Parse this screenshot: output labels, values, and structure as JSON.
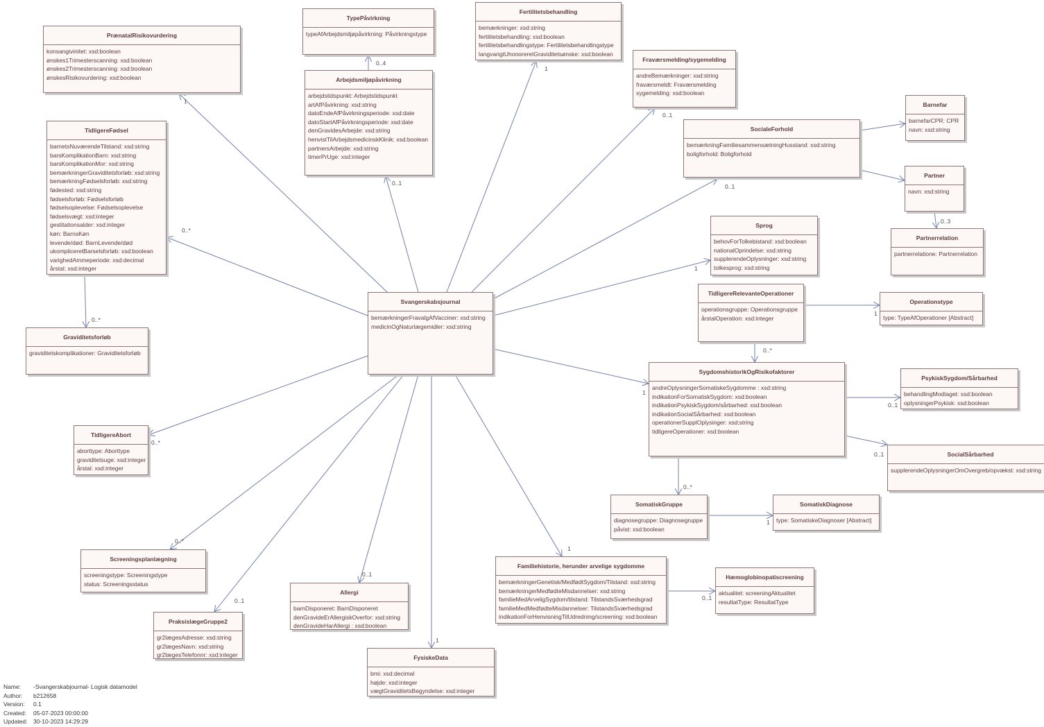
{
  "classes": [
    {
      "id": "praenatal",
      "name": "PrænatalRisikovurdering",
      "attrs": [
        "konsangivinitet: xsd:boolean",
        "ønskes1Trimesterscanning: xsd:boolean",
        "ønskes2Trimesterscanning: xsd:boolean",
        "ønskesRisikovurdering: xsd:boolean"
      ]
    },
    {
      "id": "type",
      "name": "TypePåvirkning",
      "attrs": [
        "typeAfArbejdsmiljøpåvirkning: Påvirkningstype"
      ]
    },
    {
      "id": "arbejds",
      "name": "Arbejdsmiljøpåvirkning",
      "attrs": [
        "arbejdstidspunkt: Arbejdstidspunkt",
        "artAfPåvirkning: xsd:string",
        "datoEndeAfPåvirkningsperiode: xsd:date",
        "datoStartAfPåvirkningsperiode: xsd:date",
        "denGravidesArbejde: xsd:string",
        "henvistTilArbejdsmedicinskKlinik: xsd:boolean",
        "partnersArbejde: xsd:string",
        "timerPrUge: xsd:integer"
      ]
    },
    {
      "id": "fertilitet",
      "name": "Fertilitetsbehandling",
      "attrs": [
        "bemærkninger: xsd:string",
        "fertilitetsbehandling: xsd:boolean",
        "fertilitetsbehandlingstype: Fertilitetsbehandlingstype",
        "langvarigtUhonoreretGraviditetsønske: xsd:boolean"
      ]
    },
    {
      "id": "fravaer",
      "name": "Fraværsmelding/sygemelding",
      "attrs": [
        "andreBemærkninger: xsd:string",
        "fraværsmeldt: Fraværsmelding",
        "sygemelding: xsd:boolean"
      ]
    },
    {
      "id": "tidfoedsel",
      "name": "TidligereFødsel",
      "attrs": [
        "barnetsNuværendeTilstand: xsd:string",
        "barsKomplikationBarn: xsd:string",
        "barsKomplikationMor: xsd:string",
        "bemærkningerGraviditetsforløb: xsd:string",
        "bemærkningFødselsforløb: xsd:string",
        "fødested: xsd:string",
        "fødselsforløb: Fødselsforløb",
        "fødselsoplevelse: Fødselsoplevelse",
        "fødselsvægt: xsd:integer",
        "gestitationsalder: xsd:integer",
        "køn: BarnsKøn",
        "levende/død: BarnLevende/død",
        "ukompliceretBarselsforløb: xsd:boolean",
        "varighedAmmeperiode: xsd:decimal",
        "årstal: xsd:integer"
      ]
    },
    {
      "id": "socialeforhold",
      "name": "SocialeForhold",
      "attrs": [
        "bemærkningFamiliesammensætningHusstand: xsd:string",
        "boligforhold: Boligforhold"
      ]
    },
    {
      "id": "barnefar",
      "name": "Barnefar",
      "attrs": [
        "barnefarCPR: CPR",
        "navn: xsd:string"
      ]
    },
    {
      "id": "partner",
      "name": "Partner",
      "attrs": [
        "navn: xsd:string"
      ]
    },
    {
      "id": "partnerrelation",
      "name": "Partnerrelation",
      "attrs": [
        "partnerrelatione: Partnerrelation"
      ]
    },
    {
      "id": "sprog",
      "name": "Sprog",
      "attrs": [
        "behovForTolkebistand: xsd:boolean",
        "nationalOprindelse: xsd:string",
        "supplerendeOplysninger: xsd:string",
        "tolkesprog: xsd:string"
      ]
    },
    {
      "id": "svj",
      "name": "Svangerskabsjournal",
      "attrs": [
        "bemærkningerFravalgAfVacciner: xsd:string",
        "medicinOgNaturlægemidler: xsd:string"
      ]
    },
    {
      "id": "tidrelop",
      "name": "TidligereRelevanteOperationer",
      "attrs": [
        "operationsgruppe: Operationsgruppe",
        "årstalOperation: xsd:integer"
      ]
    },
    {
      "id": "optype",
      "name": "Operationstype",
      "attrs": [
        "type: TypeAfOperationer [Abstract]"
      ]
    },
    {
      "id": "gravforloeb",
      "name": "Graviditetsforløb",
      "attrs": [
        "graviditetskomplikationer: Graviditetsforløb"
      ]
    },
    {
      "id": "sygdom",
      "name": "SygdomshistorikOgRisikofaktorer",
      "attrs": [
        "andreOplysningerSomatiskeSygdomme : xsd:string",
        "indikationForSomatiskSygdom: xsd:boolean",
        "indikationPsykiskSygdom/sårbarhed: xsd:boolean",
        "indikationSocialSårbarhed: xsd:boolean",
        "operationerSupplOplysinger: xsd:string",
        "tidligereOperationer: xsd:boolean"
      ]
    },
    {
      "id": "psykisk",
      "name": "PsykiskSygdom/Sårbarhed",
      "attrs": [
        "behandlingModtaget: xsd:boolean",
        "oplysningerPsykisk: xsd:boolean"
      ]
    },
    {
      "id": "socialsaar",
      "name": "SocialSårbarhed",
      "attrs": [
        "supplerendeOplysningerOmOvergreb/opvækst: xsd:string"
      ]
    },
    {
      "id": "tidabort",
      "name": "TidligereAbort",
      "attrs": [
        "aborttype: Aborttype",
        "graviditetsuge: xsd:integer",
        "årstal: xsd:integer"
      ]
    },
    {
      "id": "somgruppe",
      "name": "SomatiskGruppe",
      "attrs": [
        "diagnosegruppe: Diagnosegruppe",
        "påvist: xsd:boolean"
      ]
    },
    {
      "id": "somdiag",
      "name": "SomatiskDiagnose",
      "attrs": [
        "type: SomatiskeDiagnoser [Abstract]"
      ]
    },
    {
      "id": "screening",
      "name": "Screeningsplanlægning",
      "attrs": [
        "screeningstype: Screeningstype",
        "status: Screeningsstatus"
      ]
    },
    {
      "id": "familie",
      "name": "Familiehistorie, herunder arvelige sygdomme",
      "attrs": [
        "bemærkningerGenetisk/MedfødtSygdom/Tilstand: xsd:string",
        "bemærkningerMedfødteMisdannelser: xsd:string",
        "familieMedArveligSygdom/tilstand: TilstandsSværhedsgrad",
        "familieMedMedfødteMisdannelser: TilstandsSværhedsgrad",
        "indikationForHenvisningTilUdredning/screening: xsd:boolean"
      ]
    },
    {
      "id": "haemo",
      "name": "Hæmoglobinopatiscreening",
      "attrs": [
        "aktualitet: screeningAktualitet",
        "resultatType: ResultatType"
      ]
    },
    {
      "id": "praksis",
      "name": "PraksislægeGruppe2",
      "attrs": [
        "gr2lægesAdresse: xsd:string",
        "gr2lægesNavn: xsd:string",
        "gr2lægesTelefonnr: xsd:integer"
      ]
    },
    {
      "id": "allergi",
      "name": "Allergi",
      "attrs": [
        "barnDisponeret: BarnDisponeret",
        "denGravideErAllergiskOverfor: xsd:string",
        "denGravideHarAllergi : xsd:boolean"
      ]
    },
    {
      "id": "fysisk",
      "name": "FysiskeData",
      "attrs": [
        "bmi: xsd:decimal",
        "højde: xsd:integer",
        "vægtGraviditetsBegyndelse: xsd:integer"
      ]
    }
  ],
  "associations": [
    {
      "from": "svj",
      "to": "praenatal",
      "mult": "1"
    },
    {
      "from": "svj",
      "to": "tidfoedsel",
      "mult": "0..*"
    },
    {
      "from": "svj",
      "to": "arbejds",
      "mult": "0..1"
    },
    {
      "from": "arbejds",
      "to": "type",
      "mult": "0..4"
    },
    {
      "from": "svj",
      "to": "fertilitet",
      "mult": "1"
    },
    {
      "from": "svj",
      "to": "fravaer",
      "mult": "0..1"
    },
    {
      "from": "svj",
      "to": "socialeforhold",
      "mult": "0..1"
    },
    {
      "from": "svj",
      "to": "sprog",
      "mult": "1"
    },
    {
      "from": "socialeforhold",
      "to": "barnefar",
      "mult": ""
    },
    {
      "from": "socialeforhold",
      "to": "partner",
      "mult": ""
    },
    {
      "from": "partner",
      "to": "partnerrelation",
      "mult": "0..3"
    },
    {
      "from": "tidrelop",
      "to": "optype",
      "mult": "1"
    },
    {
      "from": "tidrelop",
      "to": "sygdom",
      "mult": "0..*"
    },
    {
      "from": "svj",
      "to": "sygdom",
      "mult": "1"
    },
    {
      "from": "sygdom",
      "to": "psykisk",
      "mult": "0..1"
    },
    {
      "from": "sygdom",
      "to": "socialsaar",
      "mult": "0..1"
    },
    {
      "from": "sygdom",
      "to": "somgruppe",
      "mult": "0..*"
    },
    {
      "from": "somgruppe",
      "to": "somdiag",
      "mult": "1"
    },
    {
      "from": "tidfoedsel",
      "to": "gravforloeb",
      "mult": "0..*"
    },
    {
      "from": "svj",
      "to": "tidabort",
      "mult": "0..*"
    },
    {
      "from": "svj",
      "to": "screening",
      "mult": "0..*"
    },
    {
      "from": "svj",
      "to": "praksis",
      "mult": "0..1"
    },
    {
      "from": "svj",
      "to": "allergi",
      "mult": "0..1"
    },
    {
      "from": "svj",
      "to": "fysisk",
      "mult": "1"
    },
    {
      "from": "svj",
      "to": "familie",
      "mult": "1"
    },
    {
      "from": "familie",
      "to": "haemo",
      "mult": "0..1"
    }
  ],
  "meta": {
    "name_label": "Name:",
    "name": "-Svangerskabjournal- Logisk datamodel",
    "author_label": "Author:",
    "author": "b212658",
    "version_label": "Version:",
    "version": "0.1",
    "created_label": "Created:",
    "created": "05-07-2023 00:00:00",
    "updated_label": "Updated:",
    "updated": "30-10-2023 14:29:29"
  },
  "colors": {
    "fill": "#fdf8f5",
    "border": "#8e7474",
    "line": "#6f7fa8"
  }
}
